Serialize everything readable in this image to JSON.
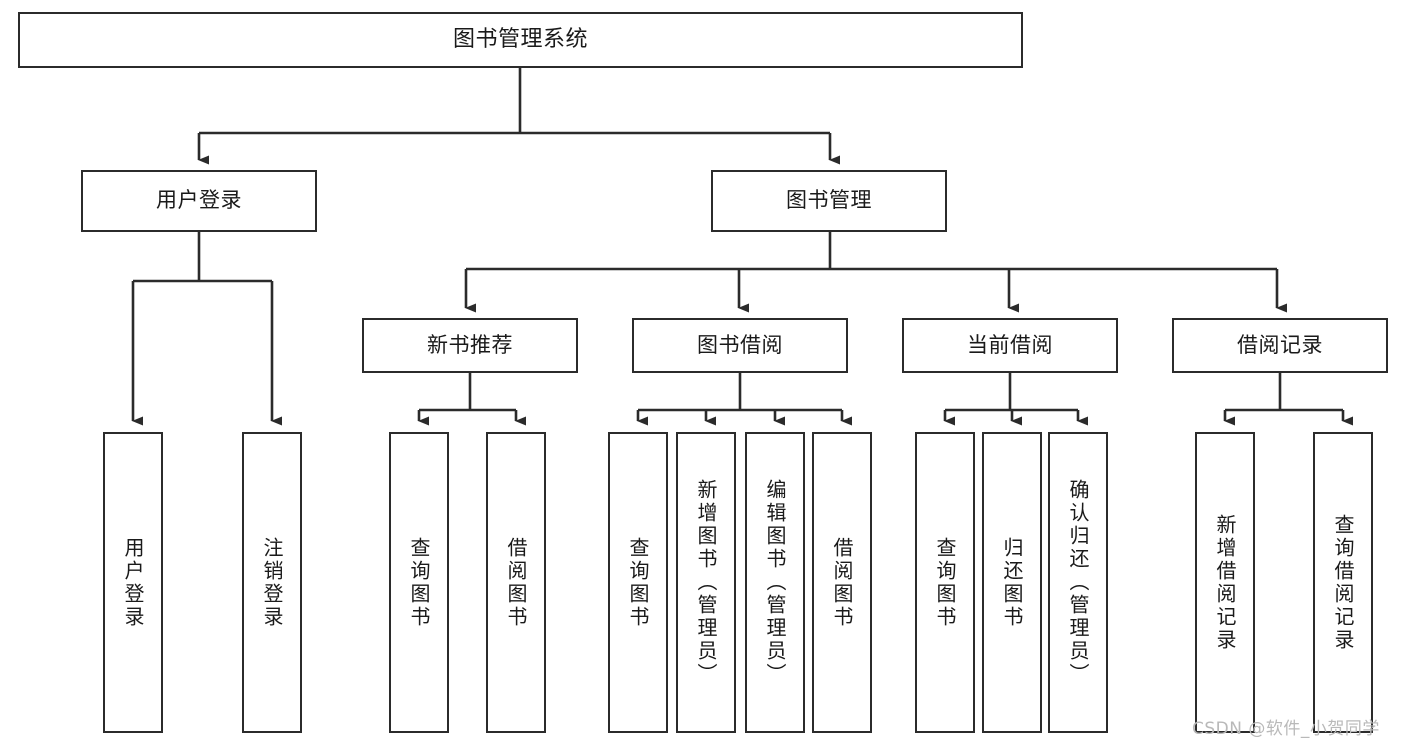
{
  "diagram": {
    "title": "图书管理系统",
    "type": "tree-hierarchy-diagram",
    "colors": {
      "box_border": "#2b2b2b",
      "box_fill": "#ffffff",
      "edge": "#2b2b2b",
      "text": "#1a1a1a",
      "watermark": "#b9b9b9",
      "background": "#ffffff"
    },
    "watermark": "CSDN @软件_小贺同学"
  },
  "nodes": {
    "root": {
      "label": "图书管理系统"
    },
    "level2": [
      {
        "id": "user-login",
        "label": "用户登录"
      },
      {
        "id": "book-management",
        "label": "图书管理"
      }
    ],
    "level3": [
      {
        "id": "new-book-recommend",
        "label": "新书推荐"
      },
      {
        "id": "book-borrow",
        "label": "图书借阅"
      },
      {
        "id": "current-borrow",
        "label": "当前借阅"
      },
      {
        "id": "borrow-record",
        "label": "借阅记录"
      }
    ],
    "leaves": {
      "user_login": [
        {
          "id": "leaf-user-login",
          "label": "用户登录"
        },
        {
          "id": "leaf-logout-login",
          "label": "注销登录"
        }
      ],
      "new_book_recommend": [
        {
          "id": "leaf-query-book-1",
          "label": "查询图书"
        },
        {
          "id": "leaf-borrow-book-1",
          "label": "借阅图书"
        }
      ],
      "book_borrow": [
        {
          "id": "leaf-query-book-2",
          "label": "查询图书"
        },
        {
          "id": "leaf-add-book",
          "label": "新增图书（管理员）"
        },
        {
          "id": "leaf-edit-book",
          "label": "编辑图书（管理员）"
        },
        {
          "id": "leaf-borrow-book-2",
          "label": "借阅图书"
        }
      ],
      "current_borrow": [
        {
          "id": "leaf-query-book-3",
          "label": "查询图书"
        },
        {
          "id": "leaf-return-book",
          "label": "归还图书"
        },
        {
          "id": "leaf-confirm-return",
          "label": "确认归还（管理员）"
        }
      ],
      "borrow_record": [
        {
          "id": "leaf-add-record",
          "label": "新增借阅记录"
        },
        {
          "id": "leaf-query-record",
          "label": "查询借阅记录"
        }
      ]
    }
  }
}
